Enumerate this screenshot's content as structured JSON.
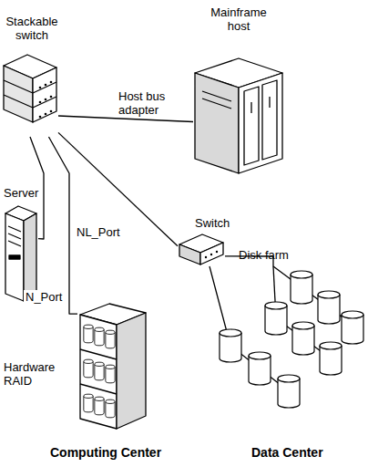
{
  "diagram": {
    "nodes": [
      {
        "text": [
          "Stackable switch"
        ]
      },
      {
        "text": [
          "Mainframe host"
        ]
      },
      {
        "text": [
          "Server"
        ]
      },
      {
        "text": [
          "Switch"
        ]
      },
      {
        "text": [
          "Disk farm"
        ]
      },
      {
        "text": [
          "Hardware RAID"
        ]
      }
    ],
    "edges": [
      {
        "from": 0,
        "to": 1,
        "arrow": "none",
        "label": "Host bus adapter"
      },
      {
        "from": 0,
        "to": 2,
        "arrow": "none",
        "label": "NL_Port"
      },
      {
        "from": 0,
        "to": 5,
        "arrow": "none",
        "label": "N_Port"
      },
      {
        "from": 0,
        "to": 3,
        "arrow": "none"
      },
      {
        "from": 3,
        "to": 4,
        "arrow": "none"
      }
    ],
    "labels": [
      "Computing Center",
      "Data Center"
    ]
  }
}
